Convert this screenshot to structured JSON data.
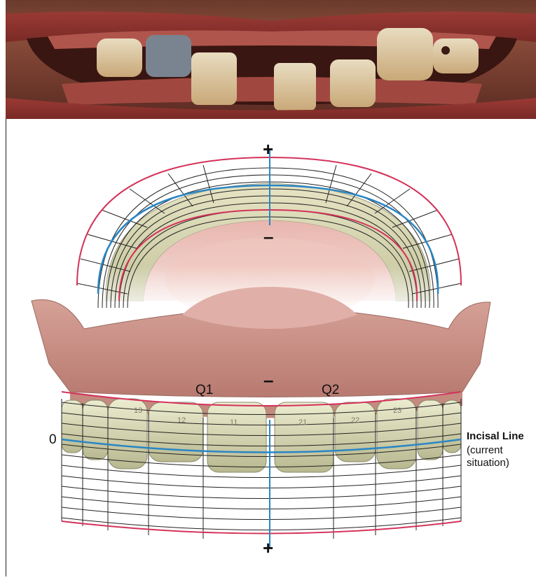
{
  "diagram": {
    "signs": {
      "top_plus": "+",
      "top_minus": "–",
      "center_minus": "–",
      "bottom_plus": "+"
    },
    "quadrants": {
      "q1": "Q1",
      "q2": "Q2"
    },
    "zero_mark": "0",
    "tooth_numbers": [
      "13",
      "12",
      "11",
      "21",
      "22",
      "23"
    ],
    "incisal_line": {
      "title": "Incisal Line",
      "subtitle_line1": "(current",
      "subtitle_line2": "situation)"
    }
  },
  "colors": {
    "red_line": "#d4325a",
    "blue_line": "#2a86c4",
    "gum": "#c88a82",
    "tooth": "#dcdcb8",
    "lip": "#8a3a30"
  }
}
